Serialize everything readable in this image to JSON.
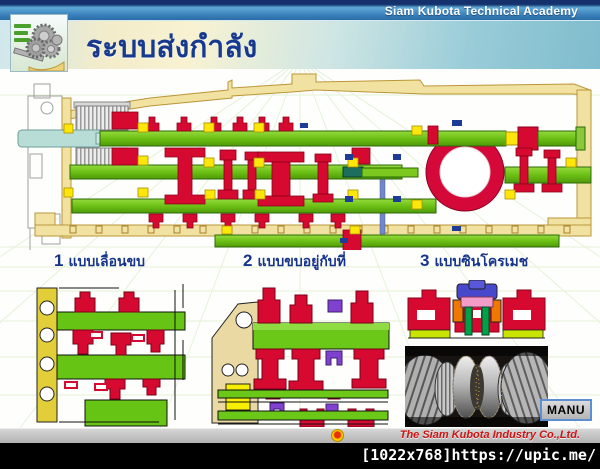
{
  "header": {
    "academy_title": "Siam Kubota Technical Academy",
    "page_title": "ระบบส่งกำลัง"
  },
  "sections": [
    {
      "number": "1",
      "label": "แบบเลื่อนขบ"
    },
    {
      "number": "2",
      "label": "แบบขบอยู่กับที่"
    },
    {
      "number": "3",
      "label": "แบบซินโครเมช"
    }
  ],
  "buttons": {
    "manu_label": "MANU"
  },
  "footer": {
    "company": "The Siam Kubota Industry Co.,Ltd.",
    "caption": "[1022x768]https://upic.me/"
  },
  "icons": {
    "thumbnail": "gear-cluster-thumbnail",
    "logo": "kubota-sun-logo"
  },
  "colors": {
    "shaft_green": "#6cc418",
    "gear_red": "#d60a30",
    "housing_yellow": "#f2e2a2",
    "input_shaft_cyan": "#b7ddd6",
    "ring_red": "#d5083a",
    "label_blue": "#16348c",
    "topbar_blue": "#2a6da6"
  }
}
